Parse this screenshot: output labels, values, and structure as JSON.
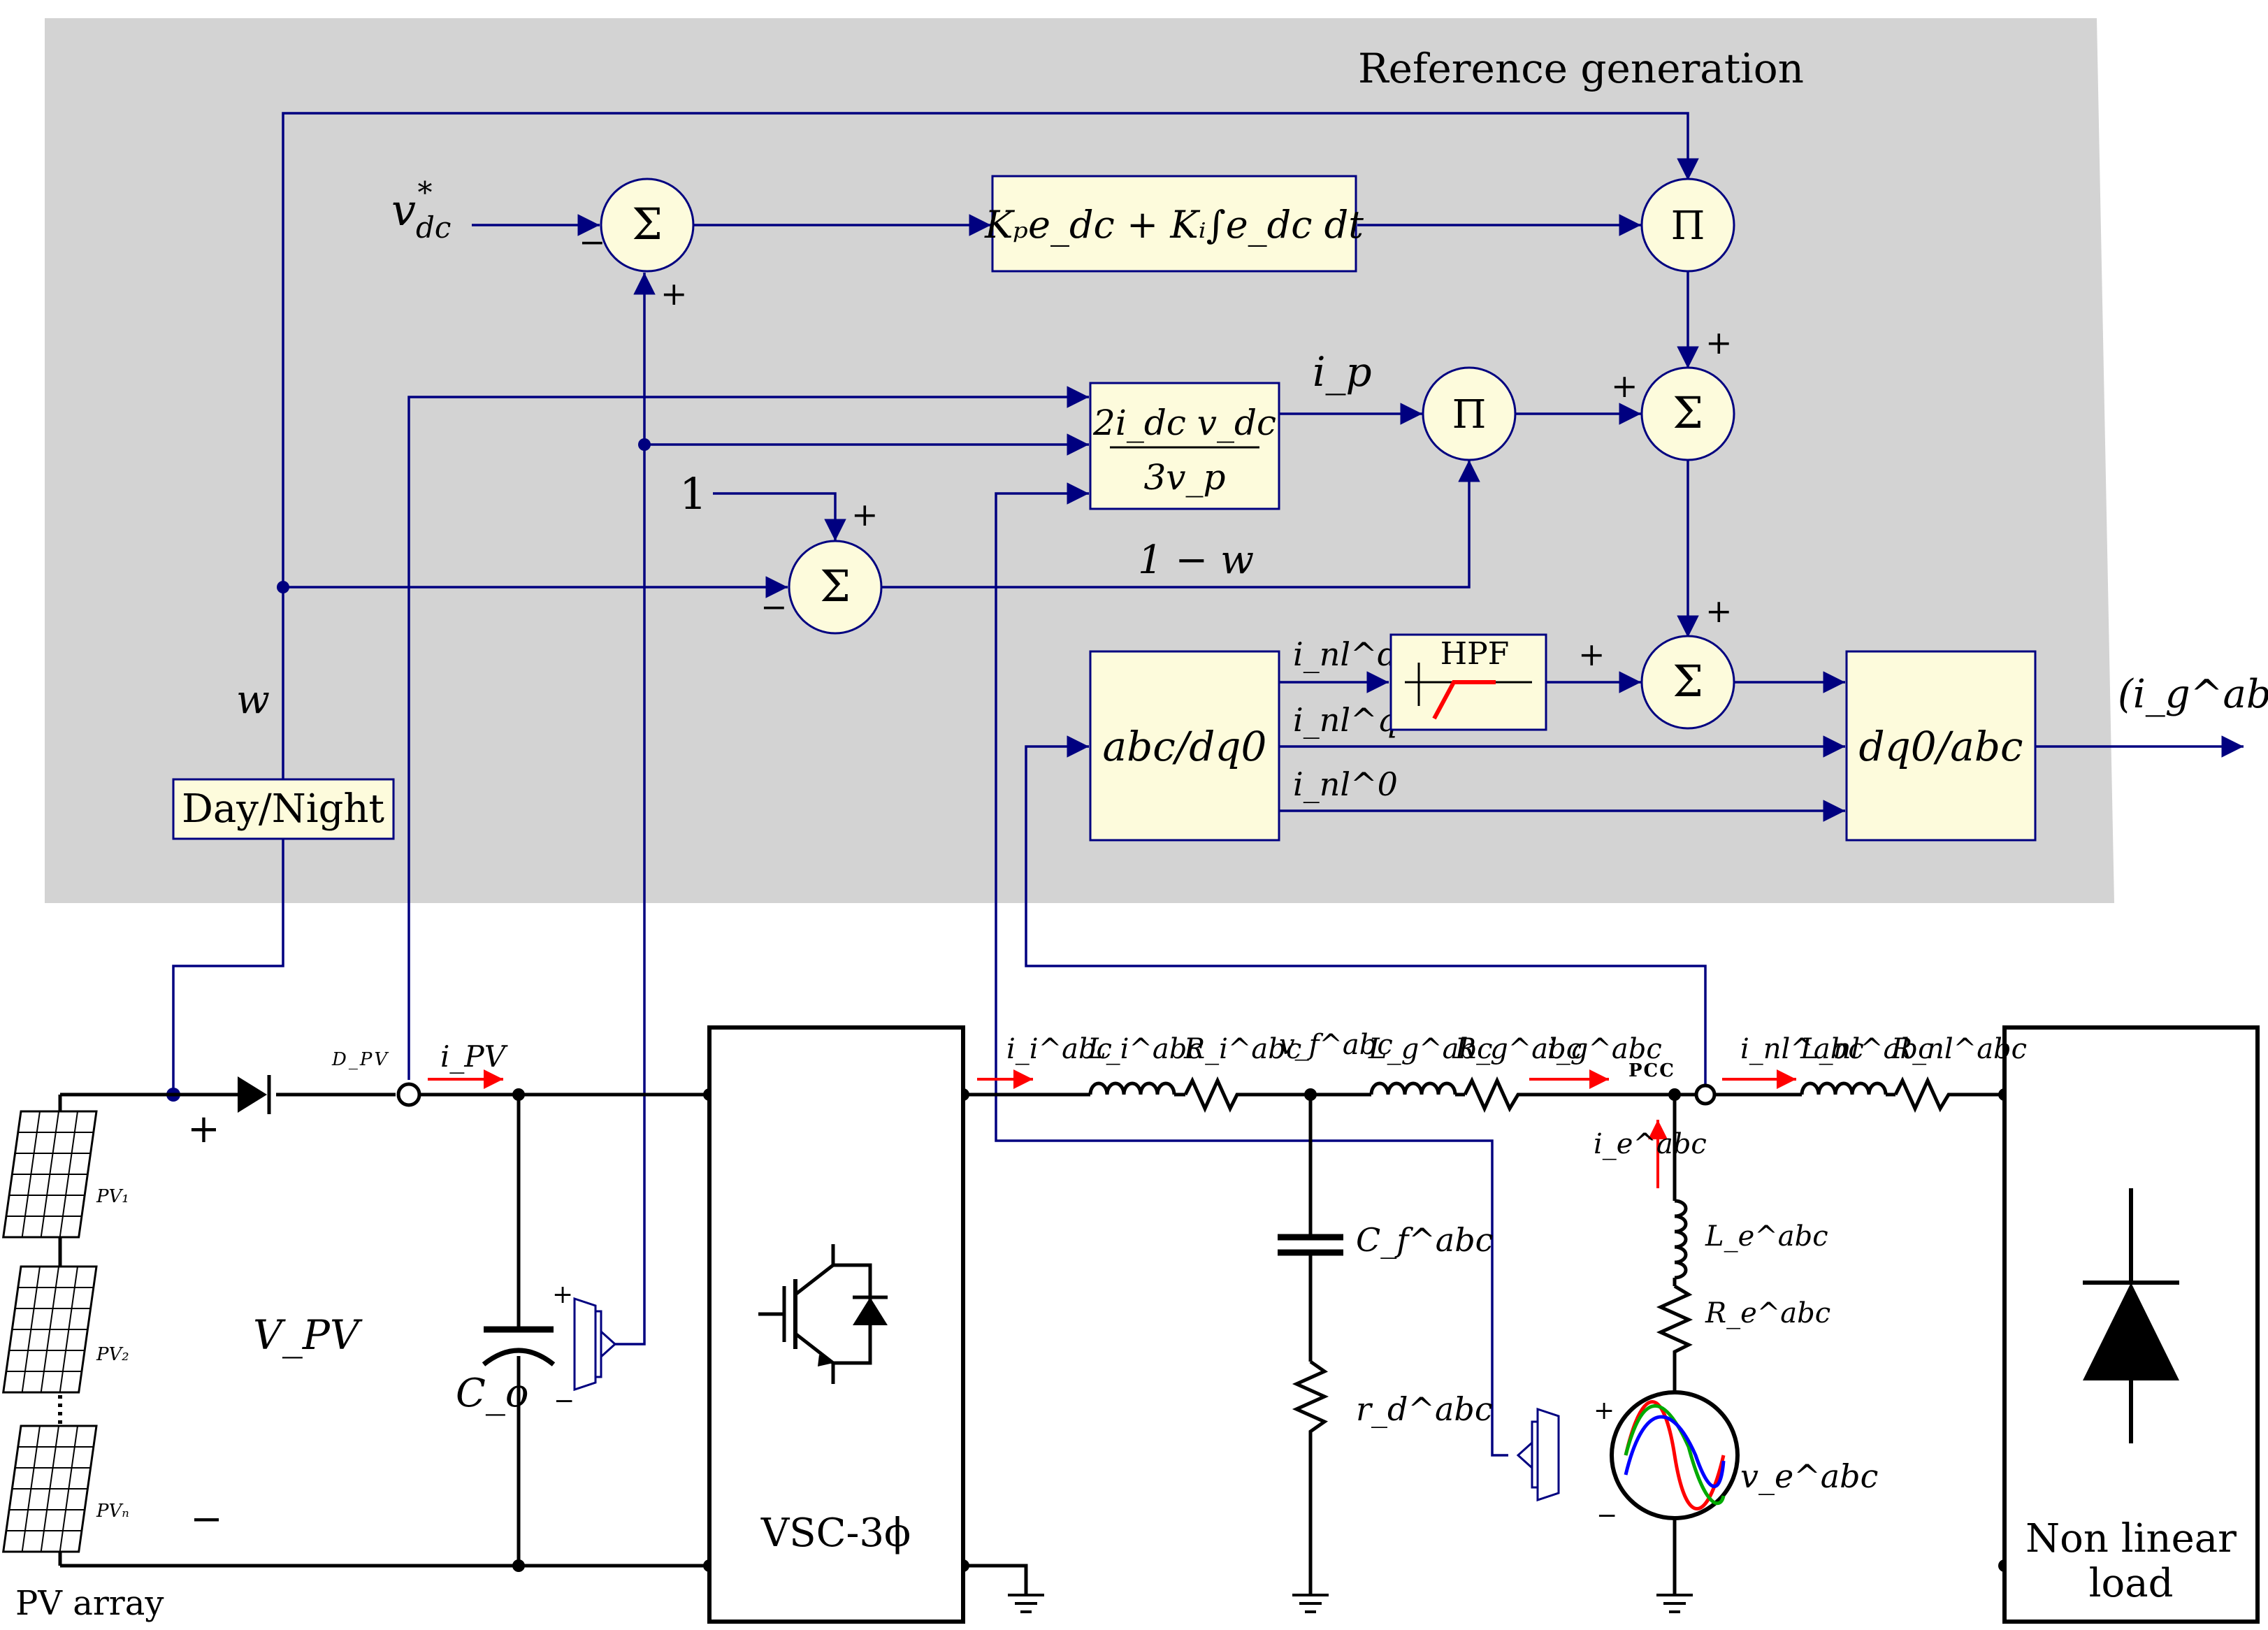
{
  "labels": {
    "reference_generation": "Reference generation",
    "vdc_ref": "v",
    "vdc_ref_sub": "dc",
    "vdc_ref_sup": "*",
    "pi_controller": "Kₚe_dc + Kᵢ∫e_dc dt",
    "sum_symbol": "Σ",
    "prod_symbol": "Π",
    "ip_block_num": "2i_dc v_dc",
    "ip_block_den": "3v_p",
    "ip_label": "i_p",
    "one": "1",
    "one_minus_w": "1 − w",
    "w": "w",
    "day_night": "Day/Night",
    "abc_dq0": "abc/dq0",
    "dq0_abc": "dq0/abc",
    "hpf": "HPF",
    "inl_d": "i_nl^d",
    "inl_q": "i_nl^q",
    "inl_0": "i_nl^0",
    "ig_ref": "(i_g^abc)*",
    "plus": "+",
    "minus": "−",
    "d_pv": "D_PV",
    "i_pv": "i_PV",
    "v_pv": "V_PV",
    "c_o": "C_o",
    "pv1": "PV₁",
    "pv2": "PV₂",
    "pvn": "PVₙ",
    "pv_array": "PV array",
    "vsc": "VSC-3ϕ",
    "ii_abc": "i_i^abc",
    "li_abc": "L_i^abc",
    "ri_abc": "R_i^abc",
    "vf_abc": "v_f^abc",
    "lg_abc": "L_g^abc",
    "rg_abc": "R_g^abc",
    "ig_abc": "i_g^abc",
    "pcc": "PCC",
    "inl_abc": "i_nl^abc",
    "lnl_abc": "L_nl^abc",
    "rnl_abc": "R_nl^abc",
    "cf_abc": "C_f^abc",
    "rd_abc": "r_d^abc",
    "ie_abc": "i_e^abc",
    "le_abc": "L_e^abc",
    "re_abc": "R_e^abc",
    "ve_abc": "v_e^abc",
    "non_linear_load_1": "Non linear",
    "non_linear_load_2": "load"
  },
  "colors": {
    "panel_background": "#d3d3d3",
    "block_fill": "#fdfbdc",
    "signal_line": "#000080",
    "current_arrow": "#ff0000",
    "power_wire": "#000000",
    "source_phase_a": "#ff0000",
    "source_phase_b": "#00aa00",
    "source_phase_c": "#0000ff"
  }
}
